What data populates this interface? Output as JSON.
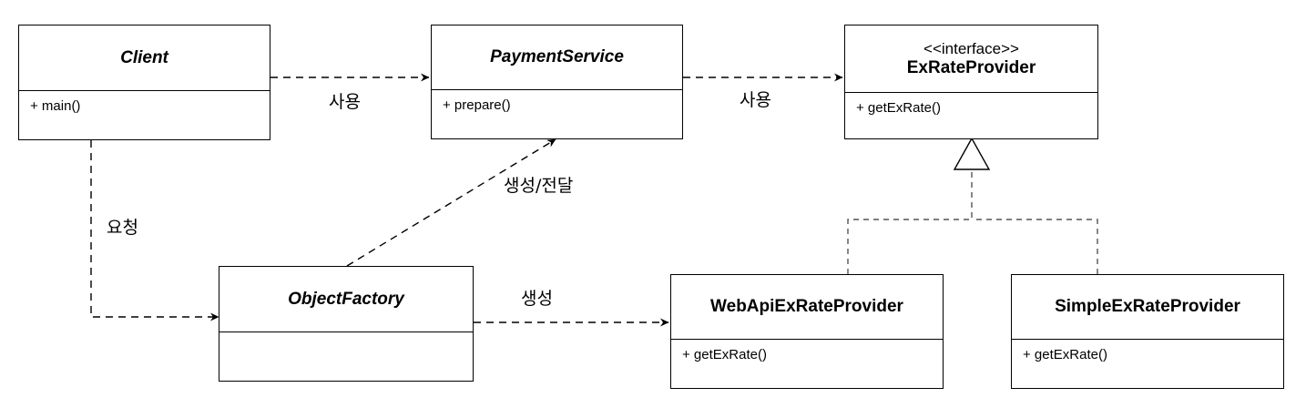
{
  "classes": {
    "client": {
      "name": "Client",
      "methods": [
        "+ main()"
      ]
    },
    "payment_service": {
      "name": "PaymentService",
      "methods": [
        "+ prepare()"
      ]
    },
    "ex_rate_provider": {
      "stereotype": "<<interface>>",
      "name": "ExRateProvider",
      "methods": [
        "+ getExRate()"
      ]
    },
    "object_factory": {
      "name": "ObjectFactory",
      "methods": []
    },
    "web_api_ex_rate_provider": {
      "name": "WebApiExRateProvider",
      "methods": [
        "+ getExRate()"
      ]
    },
    "simple_ex_rate_provider": {
      "name": "SimpleExRateProvider",
      "methods": [
        "+ getExRate()"
      ]
    }
  },
  "relations": {
    "client_to_payment": "사용",
    "payment_to_provider": "사용",
    "client_to_factory": "요청",
    "factory_to_payment": "생성/전달",
    "factory_to_webapi": "생성"
  },
  "colors": {
    "line": "#000000",
    "inheritance_line": "#555555",
    "background": "#ffffff"
  }
}
